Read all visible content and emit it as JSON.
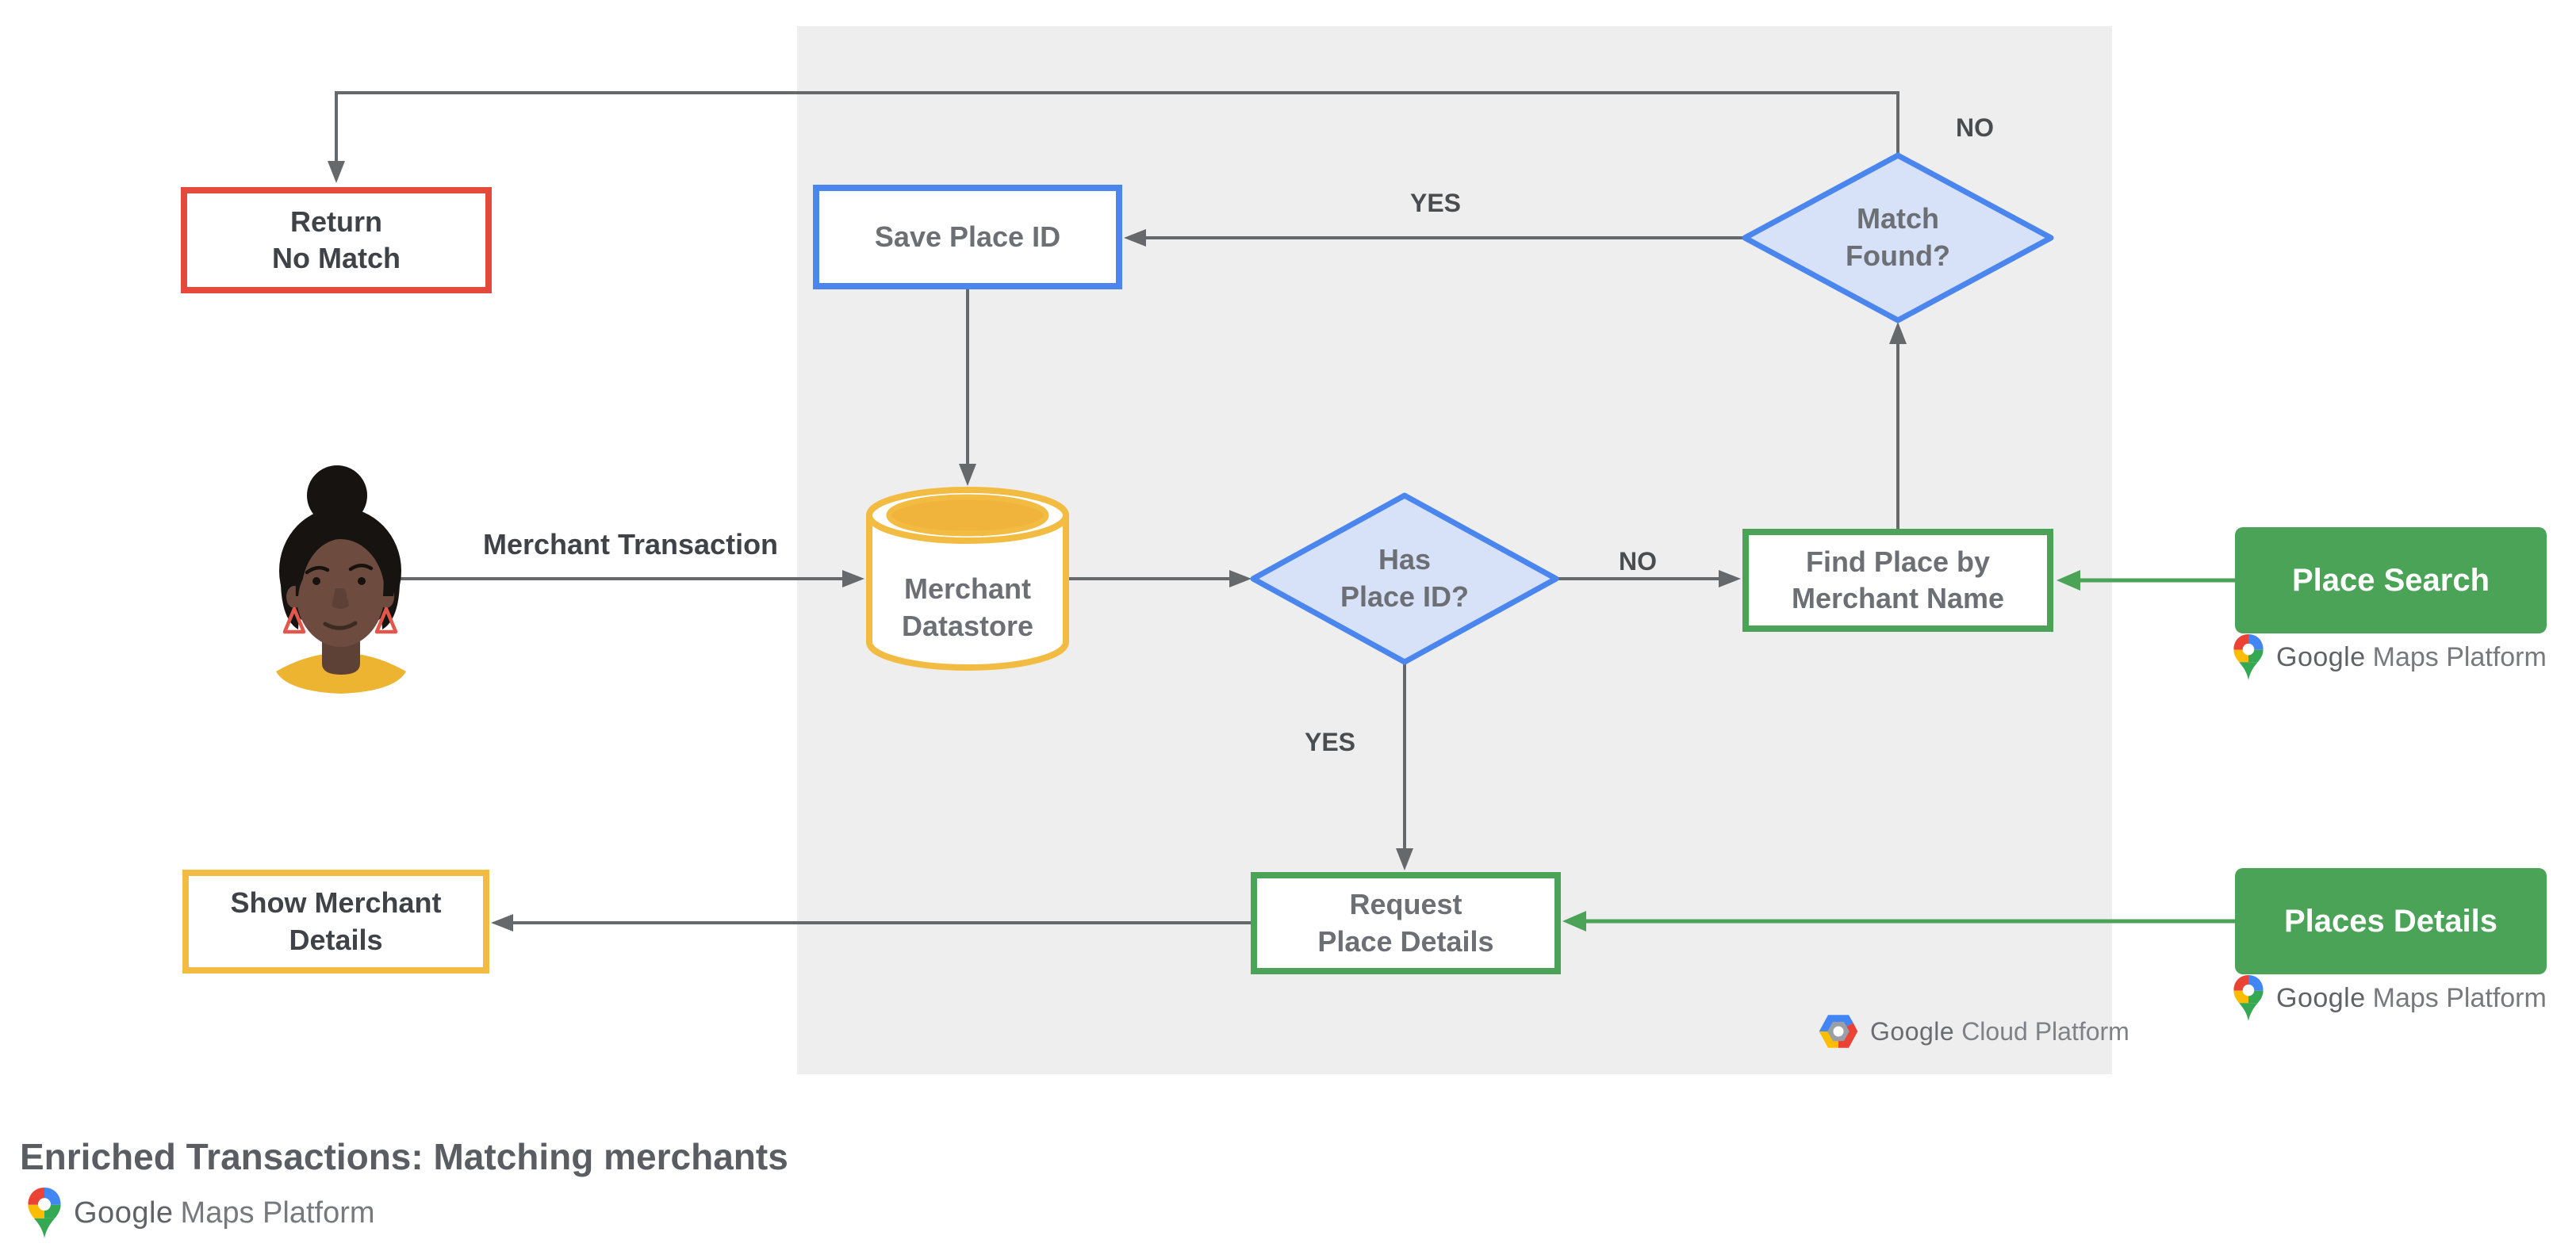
{
  "title": {
    "text": "Enriched Transactions: Matching merchants"
  },
  "nodes": {
    "return_no_match": {
      "label": "Return\nNo Match",
      "border": "#E5493C"
    },
    "save_place_id": {
      "label": "Save Place ID",
      "border": "#4B86EE"
    },
    "match_found": {
      "label": "Match\nFound?",
      "border": "#4B86EE",
      "fill": "#D7E2F9"
    },
    "merchant_datastore": {
      "label": "Merchant\nDatastore",
      "border": "#F2BB42",
      "fill": "#F0B33C"
    },
    "has_place_id": {
      "label": "Has\nPlace ID?",
      "border": "#4B86EE",
      "fill": "#D7E2F9"
    },
    "find_place_by_merchant_name": {
      "label": "Find Place by\nMerchant Name",
      "border": "#4AA357"
    },
    "request_place_details": {
      "label": "Request\nPlace Details",
      "border": "#4AA357"
    },
    "show_merchant_details": {
      "label": "Show Merchant\nDetails",
      "border": "#F2BB42"
    },
    "place_search": {
      "label": "Place Search",
      "fill": "#4AA357"
    },
    "places_details": {
      "label": "Places Details",
      "fill": "#4AA357"
    }
  },
  "edge_labels": {
    "merchant_transaction": "Merchant Transaction",
    "match_found_no": "NO",
    "match_found_yes": "YES",
    "has_place_id_no": "NO",
    "has_place_id_yes": "YES"
  },
  "logos": {
    "maps_platform_right_top": {
      "brand": "Google",
      "product": "Maps Platform"
    },
    "maps_platform_right_bottom": {
      "brand": "Google",
      "product": "Maps Platform"
    },
    "maps_platform_footer": {
      "brand": "Google",
      "product": "Maps Platform"
    },
    "cloud_platform": {
      "brand": "Google",
      "product": "Cloud Platform"
    }
  },
  "colors": {
    "page_bg": "#FFFFFF",
    "panel_bg": "#EEEEEE",
    "line": "#66696C",
    "blue": "#4B86EE",
    "blue_fill": "#D7E2F9",
    "green": "#4AA357",
    "red": "#E5493C",
    "yellow": "#F2BB42",
    "amber": "#F0B33C",
    "text_dark": "#3F4347",
    "text_mid": "#6C6F73",
    "text_label": "#4A4D50",
    "google_red": "#EA4335",
    "google_blue": "#4285F4",
    "google_yellow": "#FBBC04",
    "google_green": "#34A853"
  }
}
